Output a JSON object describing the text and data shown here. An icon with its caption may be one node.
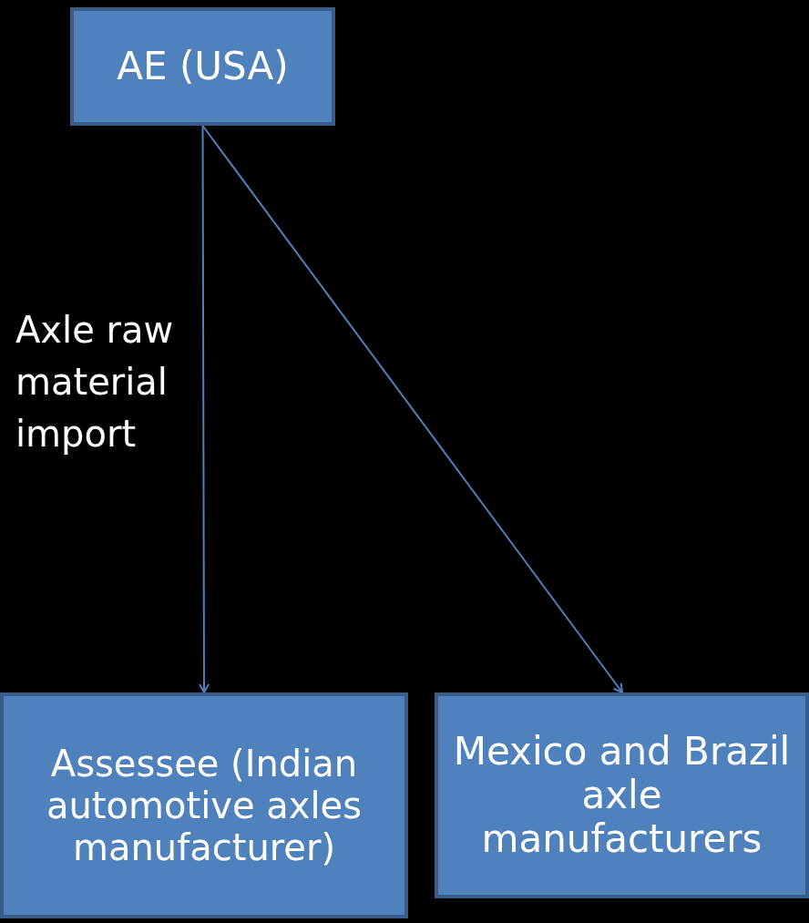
{
  "diagram": {
    "nodes": [
      {
        "text": [
          "AE (USA)"
        ]
      },
      {
        "text": [
          "Assessee (Indian automotive axles manufacturer)"
        ]
      },
      {
        "text": [
          "Mexico and Brazil axle manufacturers"
        ]
      }
    ],
    "edges": [
      {
        "from": 0,
        "to": 1,
        "arrow": "to",
        "label": "Axle raw material import"
      },
      {
        "from": 0,
        "to": 2,
        "arrow": "to"
      }
    ]
  }
}
